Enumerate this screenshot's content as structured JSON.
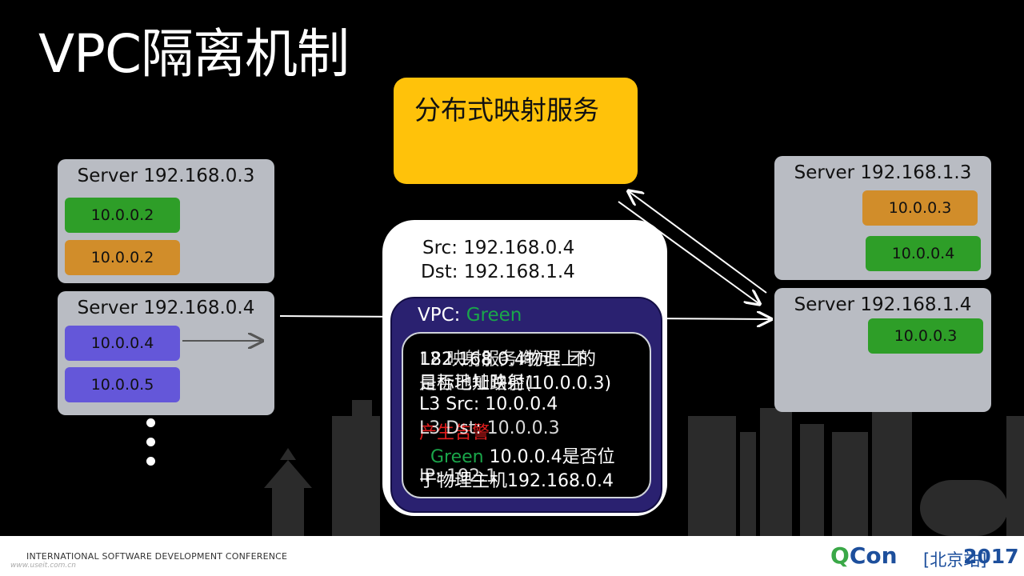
{
  "title": "VPC隔离机制",
  "mapping_service": "分布式映射服务",
  "servers": {
    "s03": {
      "name": "Server 192.168.0.3",
      "chips": [
        "10.0.0.2",
        "10.0.0.2"
      ]
    },
    "s04": {
      "name": "Server 192.168.0.4",
      "chips": [
        "10.0.0.4",
        "10.0.0.5"
      ]
    },
    "s13": {
      "name": "Server 192.168.1.3",
      "chips": [
        "10.0.0.3",
        "10.0.0.4"
      ]
    },
    "s14": {
      "name": "Server 192.168.1.4",
      "chips": [
        "10.0.0.3"
      ]
    }
  },
  "packet": {
    "src": "Src: 192.168.0.4",
    "dst": "Dst: 192.168.1.4",
    "vpc_label": "VPC: ",
    "vpc_name": "Green",
    "inner_lines": {
      "overlap_a1": "182.168.0.4物理上的",
      "overlap_a2": "L2 映射服务询问：不",
      "overlap_b1": "目标地址映射(10.0.0.3)",
      "overlap_b2": "是否已知路径1",
      "l3src": "L3 Src: 10.0.0.4",
      "red": "产生告警",
      "overlap_c": "L3 Dst: 10.0.0.3",
      "green_word": "Green",
      "green_rest": " 10.0.0.4是否位",
      "overlap_d1": "于物理主机192.168.0.4",
      "overlap_d2": "IP: 192.1"
    }
  },
  "footer": {
    "conference": "INTERNATIONAL SOFTWARE DEVELOPMENT CONFERENCE",
    "watermark": "www.useit.com.cn",
    "brand_q": "Q",
    "brand_con": "Con",
    "site": "[北京站]",
    "year": "2017"
  },
  "colors": {
    "background": "#000000",
    "mapping_box": "#ffc20a",
    "server": "#b9bcc3",
    "chip_green": "#2e9e28",
    "chip_orange": "#d18d2a",
    "chip_purple": "#6457d9",
    "vpc_bg": "#2a2170",
    "vpc_green_text": "#1aa64a",
    "alert_red": "#e11d1d"
  }
}
